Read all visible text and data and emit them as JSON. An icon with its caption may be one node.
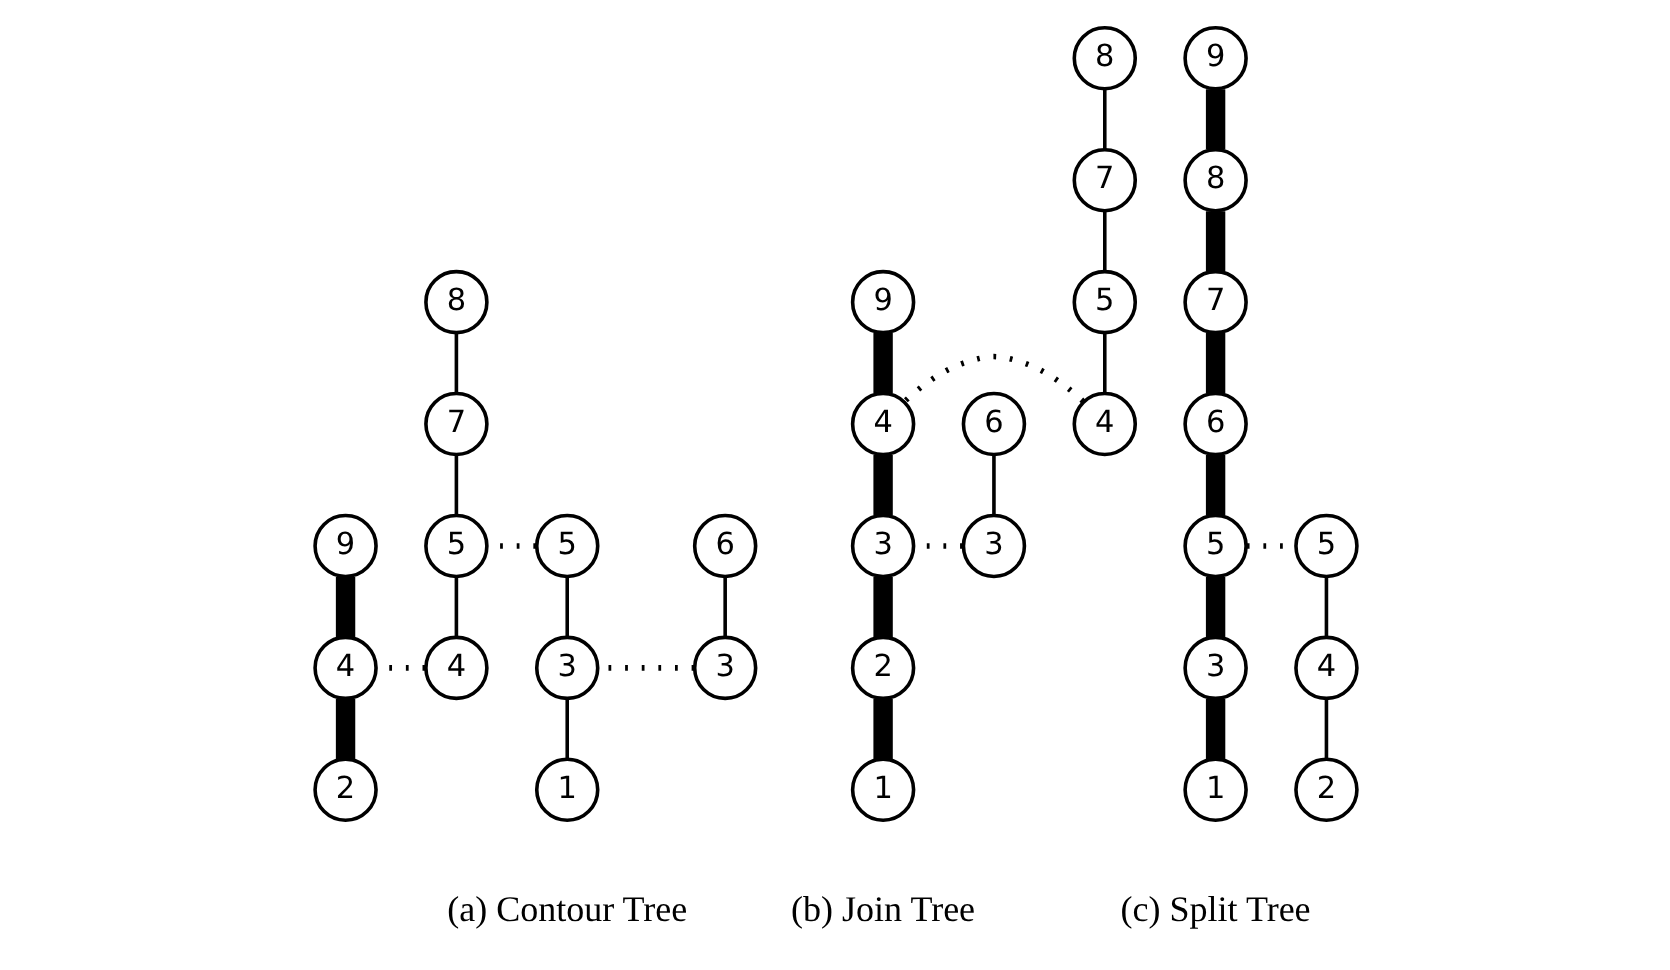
{
  "diagram": {
    "nodes": [
      {
        "text": [
          "9"
        ]
      },
      {
        "text": [
          "8"
        ]
      },
      {
        "text": [
          "7"
        ]
      },
      {
        "text": [
          "6"
        ]
      },
      {
        "text": [
          "5"
        ]
      },
      {
        "text": [
          "5"
        ]
      },
      {
        "text": [
          "4"
        ]
      },
      {
        "text": [
          "4"
        ]
      },
      {
        "text": [
          "3"
        ]
      },
      {
        "text": [
          "3"
        ]
      },
      {
        "text": [
          "2"
        ]
      },
      {
        "text": [
          "1"
        ]
      },
      {
        "text": [
          "9"
        ]
      },
      {
        "text": [
          "8"
        ]
      },
      {
        "text": [
          "7"
        ]
      },
      {
        "text": [
          "6"
        ]
      },
      {
        "text": [
          "5"
        ]
      },
      {
        "text": [
          "4"
        ]
      },
      {
        "text": [
          "4"
        ]
      },
      {
        "text": [
          "3"
        ]
      },
      {
        "text": [
          "3"
        ]
      },
      {
        "text": [
          "2"
        ]
      },
      {
        "text": [
          "1"
        ]
      },
      {
        "text": [
          "9"
        ]
      },
      {
        "text": [
          "8"
        ]
      },
      {
        "text": [
          "7"
        ]
      },
      {
        "text": [
          "6"
        ]
      },
      {
        "text": [
          "5"
        ]
      },
      {
        "text": [
          "5"
        ]
      },
      {
        "text": [
          "4"
        ]
      },
      {
        "text": [
          "3"
        ]
      },
      {
        "text": [
          "2"
        ]
      },
      {
        "text": [
          "1"
        ]
      }
    ],
    "edges": [
      {
        "from": 0,
        "to": 7,
        "arrow": "none",
        "style": "thick"
      },
      {
        "from": 7,
        "to": 10,
        "arrow": "none",
        "style": "thick"
      },
      {
        "from": 1,
        "to": 2,
        "arrow": "none"
      },
      {
        "from": 2,
        "to": 5,
        "arrow": "none"
      },
      {
        "from": 5,
        "to": 6,
        "arrow": "none"
      },
      {
        "from": 6,
        "to": 7,
        "arrow": "none",
        "style": "dashed"
      },
      {
        "from": 4,
        "to": 5,
        "arrow": "none",
        "style": "dashed"
      },
      {
        "from": 4,
        "to": 9,
        "arrow": "none"
      },
      {
        "from": 9,
        "to": 11,
        "arrow": "none"
      },
      {
        "from": 3,
        "to": 8,
        "arrow": "none"
      },
      {
        "from": 8,
        "to": 9,
        "arrow": "none",
        "style": "dashed"
      },
      {
        "from": 12,
        "to": 18,
        "arrow": "none",
        "style": "thick"
      },
      {
        "from": 18,
        "to": 20,
        "arrow": "none",
        "style": "thick"
      },
      {
        "from": 20,
        "to": 21,
        "arrow": "none",
        "style": "thick"
      },
      {
        "from": 21,
        "to": 22,
        "arrow": "none",
        "style": "thick"
      },
      {
        "from": 13,
        "to": 14,
        "arrow": "none"
      },
      {
        "from": 14,
        "to": 16,
        "arrow": "none"
      },
      {
        "from": 16,
        "to": 17,
        "arrow": "none"
      },
      {
        "from": 17,
        "to": 18,
        "arrow": "none",
        "style": "dashed"
      },
      {
        "from": 15,
        "to": 19,
        "arrow": "none"
      },
      {
        "from": 19,
        "to": 20,
        "arrow": "none",
        "style": "dashed"
      },
      {
        "from": 23,
        "to": 24,
        "arrow": "none",
        "style": "thick"
      },
      {
        "from": 24,
        "to": 25,
        "arrow": "none",
        "style": "thick"
      },
      {
        "from": 25,
        "to": 26,
        "arrow": "none",
        "style": "thick"
      },
      {
        "from": 26,
        "to": 27,
        "arrow": "none",
        "style": "thick"
      },
      {
        "from": 27,
        "to": 30,
        "arrow": "none",
        "style": "thick"
      },
      {
        "from": 30,
        "to": 32,
        "arrow": "none",
        "style": "thick"
      },
      {
        "from": 27,
        "to": 28,
        "arrow": "none",
        "style": "dashed"
      },
      {
        "from": 28,
        "to": 29,
        "arrow": "none"
      },
      {
        "from": 29,
        "to": 31,
        "arrow": "none"
      }
    ],
    "labels": [
      "(a) Contour Tree",
      "(b) Join Tree",
      "(c) Split Tree"
    ]
  }
}
